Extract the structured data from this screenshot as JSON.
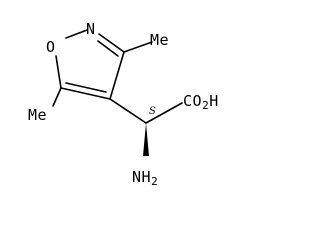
{
  "molecule": {
    "atoms": {
      "n": "N",
      "o": "O",
      "me3": "Me",
      "me5": "Me",
      "cooh": "CO",
      "cooh_sub": "2",
      "cooh_h": "H",
      "nh": "NH",
      "nh_sub": "2"
    },
    "stereo_label": "S"
  }
}
